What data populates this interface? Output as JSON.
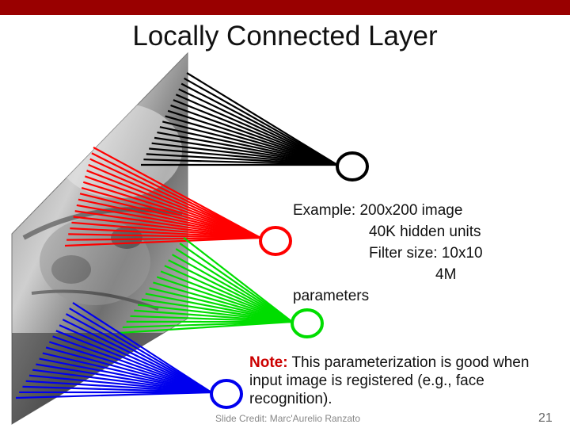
{
  "slide": {
    "title": "Locally Connected Layer",
    "example": {
      "line1": "Example: 200x200 image",
      "line2": "40K hidden units",
      "line3": "Filter size: 10x10",
      "line4": "4M",
      "line5": "parameters"
    },
    "note": {
      "label": "Note:",
      "text": " This parameterization is good when input image is registered (e.g., face recognition)."
    },
    "credit": "Slide Credit: Marc'Aurelio Ranzato",
    "page_number": "21"
  },
  "colors": {
    "header_bar": "#990000",
    "unit_1": "#000000",
    "unit_2": "#ff0000",
    "unit_3": "#00dd00",
    "unit_4": "#0000ee",
    "note_label": "#cc0000"
  }
}
